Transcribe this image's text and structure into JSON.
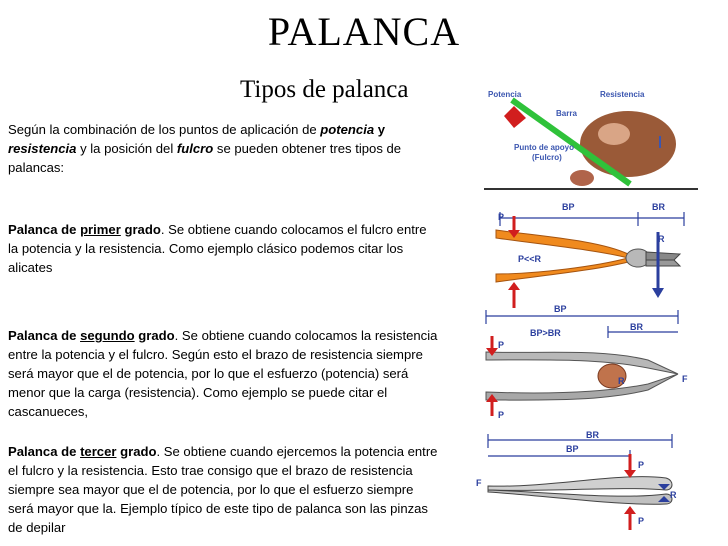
{
  "title": "PALANCA",
  "subtitle": "Tipos de palanca",
  "intro": {
    "t1": "Según la combinación de los puntos de aplicación de ",
    "b1": "potencia",
    "t2": " y ",
    "b2": "resistencia",
    "t3": " y la posición del ",
    "b3": "fulcro",
    "t4": " se pueden obtener tres tipos de palancas:"
  },
  "first": {
    "lead": "Palanca de ",
    "word": "primer",
    "tail": " grado",
    "text": ". Se obtiene cuando colocamos el fulcro entre la potencia y la resistencia. Como ejemplo clásico podemos citar los alicates"
  },
  "second": {
    "lead": "Palanca de ",
    "word": "segundo",
    "tail": " grado",
    "text": ". Se obtiene cuando colocamos la resistencia entre la potencia y el fulcro. Según esto el brazo de resistencia siempre será mayor que el de potencia, por lo que el esfuerzo (potencia) será menor que la carga (resistencia). Como ejemplo se puede citar el cascanueces,"
  },
  "third": {
    "lead": "Palanca de ",
    "word": "tercer",
    "tail": " grado",
    "text": ". Se obtiene cuando ejercemos la potencia entre el fulcro y la resistencia. Esto trae consigo que el brazo de resistencia siempre sea mayor que el de potencia, por lo que el esfuerzo siempre será mayor que la. Ejemplo típico de este tipo de palanca son las pinzas de depilar"
  },
  "fig_lever": {
    "potencia": "Potencia",
    "barra": "Barra",
    "resistencia": "Resistencia",
    "apoyo": "Punto de apoyo",
    "fulcro": "(Fulcro)"
  },
  "fig_pliers": {
    "bp": "BP",
    "br": "BR",
    "p": "P",
    "r": "R",
    "rel": "P<<R"
  },
  "fig_nut": {
    "bp": "BP",
    "br": "BR",
    "rel": "BP>BR",
    "p": "P",
    "r": "R",
    "f": "F"
  },
  "fig_tweezers": {
    "br": "BR",
    "bp": "BP",
    "f": "F",
    "p": "P",
    "r": "R"
  },
  "colors": {
    "label_blue": "#3b56b0",
    "arrow_red": "#d11e1e",
    "bar_green": "#2fc23a",
    "dim_blue": "#2b3f9e"
  }
}
